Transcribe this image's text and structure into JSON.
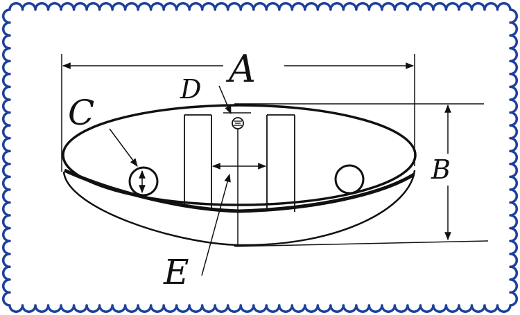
{
  "frame": {
    "style": "scalloped stamp border",
    "color": "#1d3f9c"
  },
  "colors": {
    "line": "#111111",
    "background": "#ffffff"
  },
  "labels": {
    "a": "A",
    "b": "B",
    "c": "C",
    "d": "D",
    "e": "E"
  }
}
